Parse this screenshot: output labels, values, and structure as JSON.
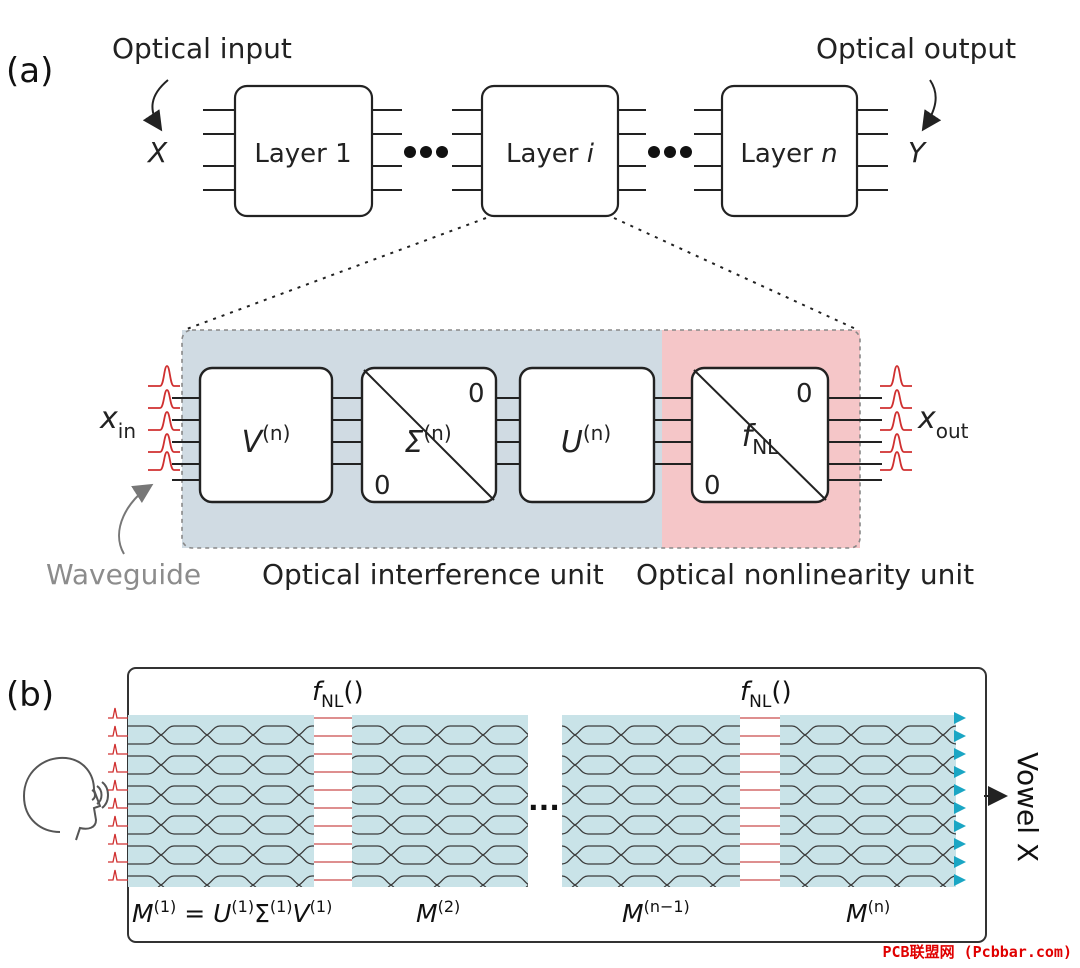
{
  "panel_a": {
    "panel_label": "(a)",
    "optical_input": "Optical input",
    "optical_output": "Optical output",
    "input_symbol": "X",
    "output_symbol": "Y",
    "layer1": "Layer 1",
    "layer_i": "Layer ",
    "layer_i_var": "i",
    "layer_n": "Layer ",
    "layer_n_var": "n",
    "x_in_base": "x",
    "x_in_sub": "in",
    "x_out_base": "x",
    "x_out_sub": "out",
    "v_base": "V",
    "v_sup": "(n)",
    "sigma_base": "Σ",
    "sigma_sup": "(n)",
    "u_base": "U",
    "u_sup": "(n)",
    "fnl_base": "f",
    "fnl_sub": "NL",
    "zero": "0",
    "waveguide": "Waveguide",
    "interference_unit": "Optical interference unit",
    "nonlinearity_unit": "Optical nonlinearity unit"
  },
  "panel_b": {
    "panel_label": "(b)",
    "fnl1_base": "f",
    "fnl1_sub": "NL",
    "fnl1_paren": "()",
    "fnl2_base": "f",
    "fnl2_sub": "NL",
    "fnl2_paren": "()",
    "ellipsis": "...",
    "output_label": "Vowel X",
    "m1_a": "M",
    "m1_b": "(1)",
    "m1_c": " = U",
    "m1_d": "(1)",
    "m1_e": "Σ",
    "m1_f": "(1)",
    "m1_g": "V",
    "m1_h": "(1)",
    "m2_base": "M",
    "m2_sup": "(2)",
    "mn1_base": "M",
    "mn1_sup": "(n−1)",
    "mn_base": "M",
    "mn_sup": "(n)"
  },
  "watermark": "PCB联盟网 (Pcbbar.com)",
  "colors": {
    "interference_bg": "#d0dbe3",
    "nonlinearity_bg": "#f5c6c8",
    "pulse_red": "#d03030",
    "mesh_bg": "#c9e3e8",
    "fnl_lines": "#d46a6a",
    "detector": "#1aa6c4",
    "arrow_gray": "#777777",
    "waveguide_text": "#8c8c8c"
  }
}
